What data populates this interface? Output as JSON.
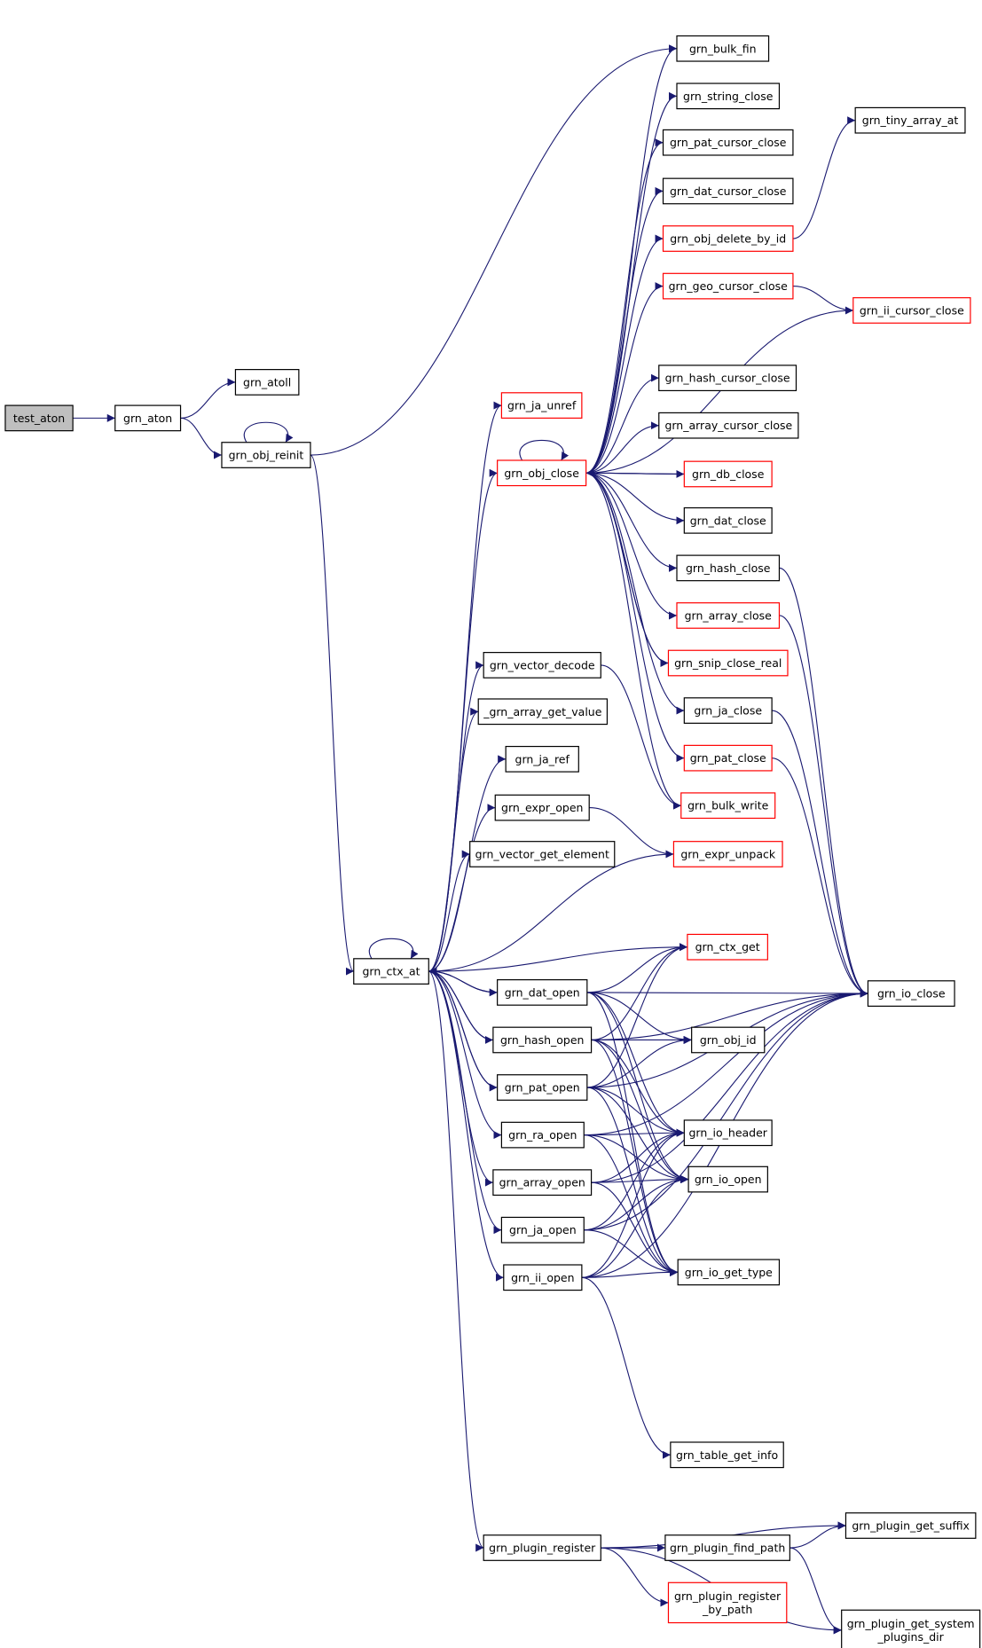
{
  "colors": {
    "edge": "#191970",
    "node_border": "#000000",
    "node_border_partial": "#ff0000",
    "root_fill": "#bfbfbf"
  },
  "nodes": [
    {
      "id": "test_aton",
      "label": [
        "test_aton"
      ],
      "root": true
    },
    {
      "id": "grn_aton",
      "label": [
        "grn_aton"
      ]
    },
    {
      "id": "grn_atoll",
      "label": [
        "grn_atoll"
      ]
    },
    {
      "id": "grn_obj_reinit",
      "label": [
        "grn_obj_reinit"
      ]
    },
    {
      "id": "grn_ctx_at",
      "label": [
        "grn_ctx_at"
      ]
    },
    {
      "id": "grn_bulk_fin",
      "label": [
        "grn_bulk_fin"
      ]
    },
    {
      "id": "grn_string_close",
      "label": [
        "grn_string_close"
      ]
    },
    {
      "id": "grn_pat_cursor_close",
      "label": [
        "grn_pat_cursor_close"
      ]
    },
    {
      "id": "grn_dat_cursor_close",
      "label": [
        "grn_dat_cursor_close"
      ]
    },
    {
      "id": "grn_obj_delete_by_id",
      "label": [
        "grn_obj_delete_by_id"
      ],
      "red": true
    },
    {
      "id": "grn_tiny_array_at",
      "label": [
        "grn_tiny_array_at"
      ]
    },
    {
      "id": "grn_geo_cursor_close",
      "label": [
        "grn_geo_cursor_close"
      ],
      "red": true
    },
    {
      "id": "grn_ii_cursor_close",
      "label": [
        "grn_ii_cursor_close"
      ],
      "red": true
    },
    {
      "id": "grn_ja_unref",
      "label": [
        "grn_ja_unref"
      ],
      "red": true
    },
    {
      "id": "grn_hash_cursor_close",
      "label": [
        "grn_hash_cursor_close"
      ]
    },
    {
      "id": "grn_array_cursor_close",
      "label": [
        "grn_array_cursor_close"
      ]
    },
    {
      "id": "grn_obj_close",
      "label": [
        "grn_obj_close"
      ],
      "red": true
    },
    {
      "id": "grn_db_close",
      "label": [
        "grn_db_close"
      ],
      "red": true
    },
    {
      "id": "grn_dat_close",
      "label": [
        "grn_dat_close"
      ]
    },
    {
      "id": "grn_hash_close",
      "label": [
        "grn_hash_close"
      ]
    },
    {
      "id": "grn_array_close",
      "label": [
        "grn_array_close"
      ],
      "red": true
    },
    {
      "id": "grn_snip_close_real",
      "label": [
        "grn_snip_close_real"
      ],
      "red": true
    },
    {
      "id": "grn_ja_close",
      "label": [
        "grn_ja_close"
      ]
    },
    {
      "id": "grn_pat_close",
      "label": [
        "grn_pat_close"
      ],
      "red": true
    },
    {
      "id": "grn_bulk_write",
      "label": [
        "grn_bulk_write"
      ],
      "red": true
    },
    {
      "id": "grn_vector_decode",
      "label": [
        "grn_vector_decode"
      ]
    },
    {
      "id": "_grn_array_get_value",
      "label": [
        "_grn_array_get_value"
      ]
    },
    {
      "id": "grn_ja_ref",
      "label": [
        "grn_ja_ref"
      ]
    },
    {
      "id": "grn_expr_open",
      "label": [
        "grn_expr_open"
      ]
    },
    {
      "id": "grn_expr_unpack",
      "label": [
        "grn_expr_unpack"
      ],
      "red": true
    },
    {
      "id": "grn_vector_get_element",
      "label": [
        "grn_vector_get_element"
      ]
    },
    {
      "id": "grn_ctx_get",
      "label": [
        "grn_ctx_get"
      ],
      "red": true
    },
    {
      "id": "grn_io_close",
      "label": [
        "grn_io_close"
      ]
    },
    {
      "id": "grn_dat_open",
      "label": [
        "grn_dat_open"
      ]
    },
    {
      "id": "grn_hash_open",
      "label": [
        "grn_hash_open"
      ]
    },
    {
      "id": "grn_obj_id",
      "label": [
        "grn_obj_id"
      ]
    },
    {
      "id": "grn_pat_open",
      "label": [
        "grn_pat_open"
      ]
    },
    {
      "id": "grn_io_header",
      "label": [
        "grn_io_header"
      ]
    },
    {
      "id": "grn_ra_open",
      "label": [
        "grn_ra_open"
      ]
    },
    {
      "id": "grn_io_open",
      "label": [
        "grn_io_open"
      ]
    },
    {
      "id": "grn_array_open",
      "label": [
        "grn_array_open"
      ]
    },
    {
      "id": "grn_ja_open",
      "label": [
        "grn_ja_open"
      ]
    },
    {
      "id": "grn_io_get_type",
      "label": [
        "grn_io_get_type"
      ]
    },
    {
      "id": "grn_ii_open",
      "label": [
        "grn_ii_open"
      ]
    },
    {
      "id": "grn_table_get_info",
      "label": [
        "grn_table_get_info"
      ]
    },
    {
      "id": "grn_plugin_get_suffix",
      "label": [
        "grn_plugin_get_suffix"
      ]
    },
    {
      "id": "grn_plugin_register",
      "label": [
        "grn_plugin_register"
      ]
    },
    {
      "id": "grn_plugin_find_path",
      "label": [
        "grn_plugin_find_path"
      ]
    },
    {
      "id": "grn_plugin_register_by_path",
      "label": [
        "grn_plugin_register",
        "_by_path"
      ],
      "red": true
    },
    {
      "id": "grn_plugin_get_system_plugins_dir",
      "label": [
        "grn_plugin_get_system",
        "_plugins_dir"
      ]
    }
  ],
  "edges": [
    [
      "test_aton",
      "grn_aton"
    ],
    [
      "grn_aton",
      "grn_atoll"
    ],
    [
      "grn_aton",
      "grn_obj_reinit"
    ],
    [
      "grn_obj_reinit",
      "grn_obj_reinit"
    ],
    [
      "grn_obj_reinit",
      "grn_bulk_fin"
    ],
    [
      "grn_obj_reinit",
      "grn_ctx_at"
    ],
    [
      "grn_ctx_at",
      "grn_ctx_at"
    ],
    [
      "grn_ctx_at",
      "grn_obj_close"
    ],
    [
      "grn_ctx_at",
      "grn_vector_decode"
    ],
    [
      "grn_ctx_at",
      "_grn_array_get_value"
    ],
    [
      "grn_ctx_at",
      "grn_ja_ref"
    ],
    [
      "grn_ctx_at",
      "grn_expr_open"
    ],
    [
      "grn_ctx_at",
      "grn_vector_get_element"
    ],
    [
      "grn_ctx_at",
      "grn_dat_open"
    ],
    [
      "grn_ctx_at",
      "grn_hash_open"
    ],
    [
      "grn_ctx_at",
      "grn_pat_open"
    ],
    [
      "grn_ctx_at",
      "grn_ra_open"
    ],
    [
      "grn_ctx_at",
      "grn_array_open"
    ],
    [
      "grn_ctx_at",
      "grn_ja_open"
    ],
    [
      "grn_ctx_at",
      "grn_ii_open"
    ],
    [
      "grn_ctx_at",
      "grn_plugin_register"
    ],
    [
      "grn_ctx_at",
      "grn_ja_unref"
    ],
    [
      "grn_obj_close",
      "grn_obj_close"
    ],
    [
      "grn_obj_close",
      "grn_bulk_fin"
    ],
    [
      "grn_obj_close",
      "grn_string_close"
    ],
    [
      "grn_obj_close",
      "grn_pat_cursor_close"
    ],
    [
      "grn_obj_close",
      "grn_dat_cursor_close"
    ],
    [
      "grn_obj_close",
      "grn_obj_delete_by_id"
    ],
    [
      "grn_obj_close",
      "grn_geo_cursor_close"
    ],
    [
      "grn_obj_close",
      "grn_ii_cursor_close"
    ],
    [
      "grn_obj_close",
      "grn_hash_cursor_close"
    ],
    [
      "grn_obj_close",
      "grn_array_cursor_close"
    ],
    [
      "grn_obj_close",
      "grn_db_close"
    ],
    [
      "grn_obj_close",
      "grn_dat_close"
    ],
    [
      "grn_obj_close",
      "grn_hash_close"
    ],
    [
      "grn_obj_close",
      "grn_array_close"
    ],
    [
      "grn_obj_close",
      "grn_snip_close_real"
    ],
    [
      "grn_obj_close",
      "grn_ja_close"
    ],
    [
      "grn_obj_close",
      "grn_pat_close"
    ],
    [
      "grn_obj_close",
      "grn_bulk_write"
    ],
    [
      "grn_db_close",
      "grn_obj_close"
    ],
    [
      "grn_snip_close_real",
      "grn_obj_close"
    ],
    [
      "grn_obj_delete_by_id",
      "grn_tiny_array_at"
    ],
    [
      "grn_geo_cursor_close",
      "grn_ii_cursor_close"
    ],
    [
      "grn_hash_close",
      "grn_io_close"
    ],
    [
      "grn_array_close",
      "grn_io_close"
    ],
    [
      "grn_ja_close",
      "grn_io_close"
    ],
    [
      "grn_pat_close",
      "grn_io_close"
    ],
    [
      "grn_vector_decode",
      "grn_bulk_write"
    ],
    [
      "grn_expr_open",
      "grn_expr_unpack"
    ],
    [
      "grn_expr_unpack",
      "grn_ctx_at"
    ],
    [
      "grn_ctx_get",
      "grn_ctx_at"
    ],
    [
      "grn_dat_open",
      "grn_ctx_at"
    ],
    [
      "grn_dat_open",
      "grn_ctx_get"
    ],
    [
      "grn_dat_open",
      "grn_obj_id"
    ],
    [
      "grn_dat_open",
      "grn_io_close"
    ],
    [
      "grn_dat_open",
      "grn_io_header"
    ],
    [
      "grn_dat_open",
      "grn_io_open"
    ],
    [
      "grn_dat_open",
      "grn_io_get_type"
    ],
    [
      "grn_hash_open",
      "grn_ctx_at"
    ],
    [
      "grn_hash_open",
      "grn_ctx_get"
    ],
    [
      "grn_hash_open",
      "grn_obj_id"
    ],
    [
      "grn_hash_open",
      "grn_io_close"
    ],
    [
      "grn_hash_open",
      "grn_io_header"
    ],
    [
      "grn_hash_open",
      "grn_io_open"
    ],
    [
      "grn_hash_open",
      "grn_io_get_type"
    ],
    [
      "grn_pat_open",
      "grn_ctx_at"
    ],
    [
      "grn_pat_open",
      "grn_ctx_get"
    ],
    [
      "grn_pat_open",
      "grn_obj_id"
    ],
    [
      "grn_pat_open",
      "grn_io_close"
    ],
    [
      "grn_pat_open",
      "grn_io_header"
    ],
    [
      "grn_pat_open",
      "grn_io_open"
    ],
    [
      "grn_pat_open",
      "grn_io_get_type"
    ],
    [
      "grn_ra_open",
      "grn_io_header"
    ],
    [
      "grn_ra_open",
      "grn_io_open"
    ],
    [
      "grn_ra_open",
      "grn_io_get_type"
    ],
    [
      "grn_ra_open",
      "grn_io_close"
    ],
    [
      "grn_array_open",
      "grn_io_header"
    ],
    [
      "grn_array_open",
      "grn_io_open"
    ],
    [
      "grn_array_open",
      "grn_io_get_type"
    ],
    [
      "grn_array_open",
      "grn_io_close"
    ],
    [
      "grn_ja_open",
      "grn_io_header"
    ],
    [
      "grn_ja_open",
      "grn_io_open"
    ],
    [
      "grn_ja_open",
      "grn_io_get_type"
    ],
    [
      "grn_ja_open",
      "grn_io_close"
    ],
    [
      "grn_ii_open",
      "grn_io_header"
    ],
    [
      "grn_ii_open",
      "grn_io_open"
    ],
    [
      "grn_ii_open",
      "grn_io_get_type"
    ],
    [
      "grn_ii_open",
      "grn_io_close"
    ],
    [
      "grn_ii_open",
      "grn_table_get_info"
    ],
    [
      "grn_plugin_register",
      "grn_plugin_find_path"
    ],
    [
      "grn_plugin_register",
      "grn_plugin_get_suffix"
    ],
    [
      "grn_plugin_register",
      "grn_plugin_register_by_path"
    ],
    [
      "grn_plugin_register",
      "grn_plugin_get_system_plugins_dir"
    ],
    [
      "grn_plugin_find_path",
      "grn_plugin_get_suffix"
    ],
    [
      "grn_plugin_find_path",
      "grn_plugin_get_system_plugins_dir"
    ]
  ]
}
